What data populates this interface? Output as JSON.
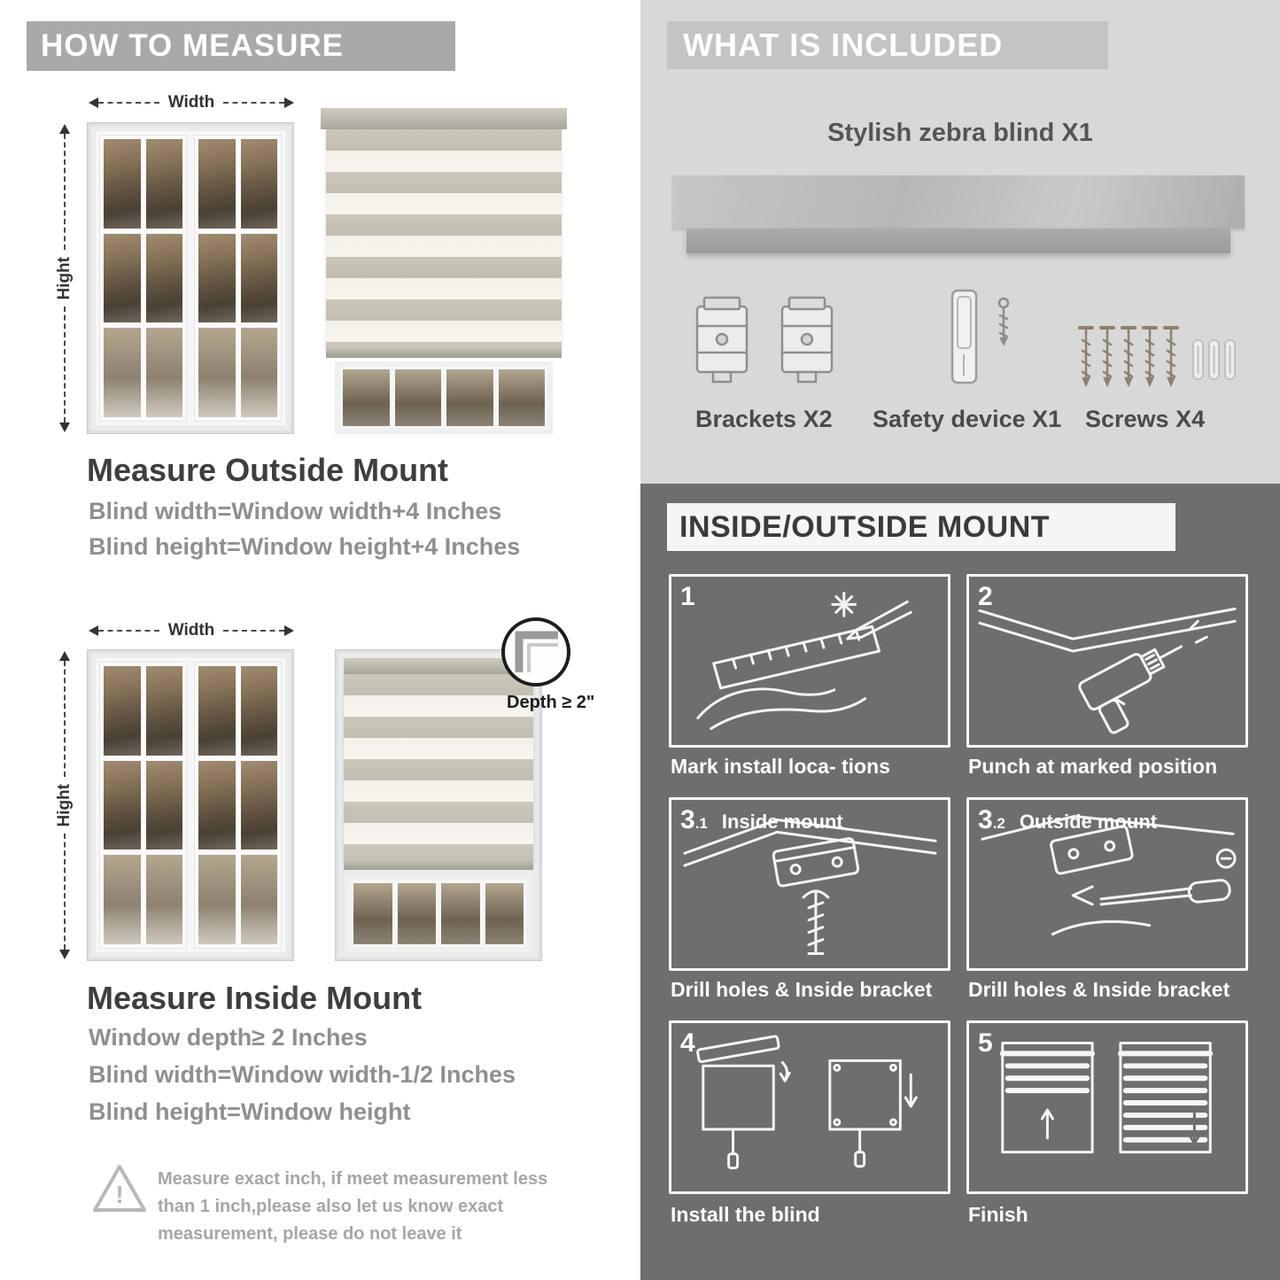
{
  "colors": {
    "left_header_bg": "#a9a9a9",
    "right_top_bg": "#d8d8d7",
    "right_bottom_bg": "#6e6e6e",
    "formula_text": "#8f8f8f"
  },
  "left": {
    "header": "HOW TO MEASURE",
    "outside": {
      "width_label": "Width",
      "height_label": "Hight",
      "title": "Measure Outside Mount",
      "formula1": "Blind width=Window width+4 Inches",
      "formula2": "Blind height=Window height+4 Inches"
    },
    "inside": {
      "width_label": "Width",
      "height_label": "Hight",
      "depth_label": "Depth ≥ 2\"",
      "title": "Measure Inside Mount",
      "formula1": "Window depth≥ 2 Inches",
      "formula2": "Blind width=Window width-1/2 Inches",
      "formula3": "Blind height=Window height"
    },
    "warning_mark": "!",
    "warning_text": "Measure exact inch, if meet measurement less than 1 inch,please also let us know exact measurement, please do not leave it"
  },
  "included": {
    "header": "WHAT IS INCLUDED",
    "blind_label": "Stylish zebra blind X1",
    "items": [
      {
        "label": "Brackets X2"
      },
      {
        "label": "Safety device X1"
      },
      {
        "label": "Screws X4"
      }
    ]
  },
  "mount": {
    "header": "INSIDE/OUTSIDE MOUNT",
    "steps": [
      {
        "num": "1",
        "sub": "",
        "title": "",
        "caption": "Mark install loca- tions"
      },
      {
        "num": "2",
        "sub": "",
        "title": "",
        "caption": "Punch at  marked position"
      },
      {
        "num": "3",
        "sub": ".1",
        "title": "Inside mount",
        "caption": "Drill holes &  Inside bracket"
      },
      {
        "num": "3",
        "sub": ".2",
        "title": "Outside mount",
        "caption": "Drill holes &  Inside bracket"
      },
      {
        "num": "4",
        "sub": "",
        "title": "",
        "caption": "Install the blind"
      },
      {
        "num": "5",
        "sub": "",
        "title": "",
        "caption": "Finish"
      }
    ]
  }
}
